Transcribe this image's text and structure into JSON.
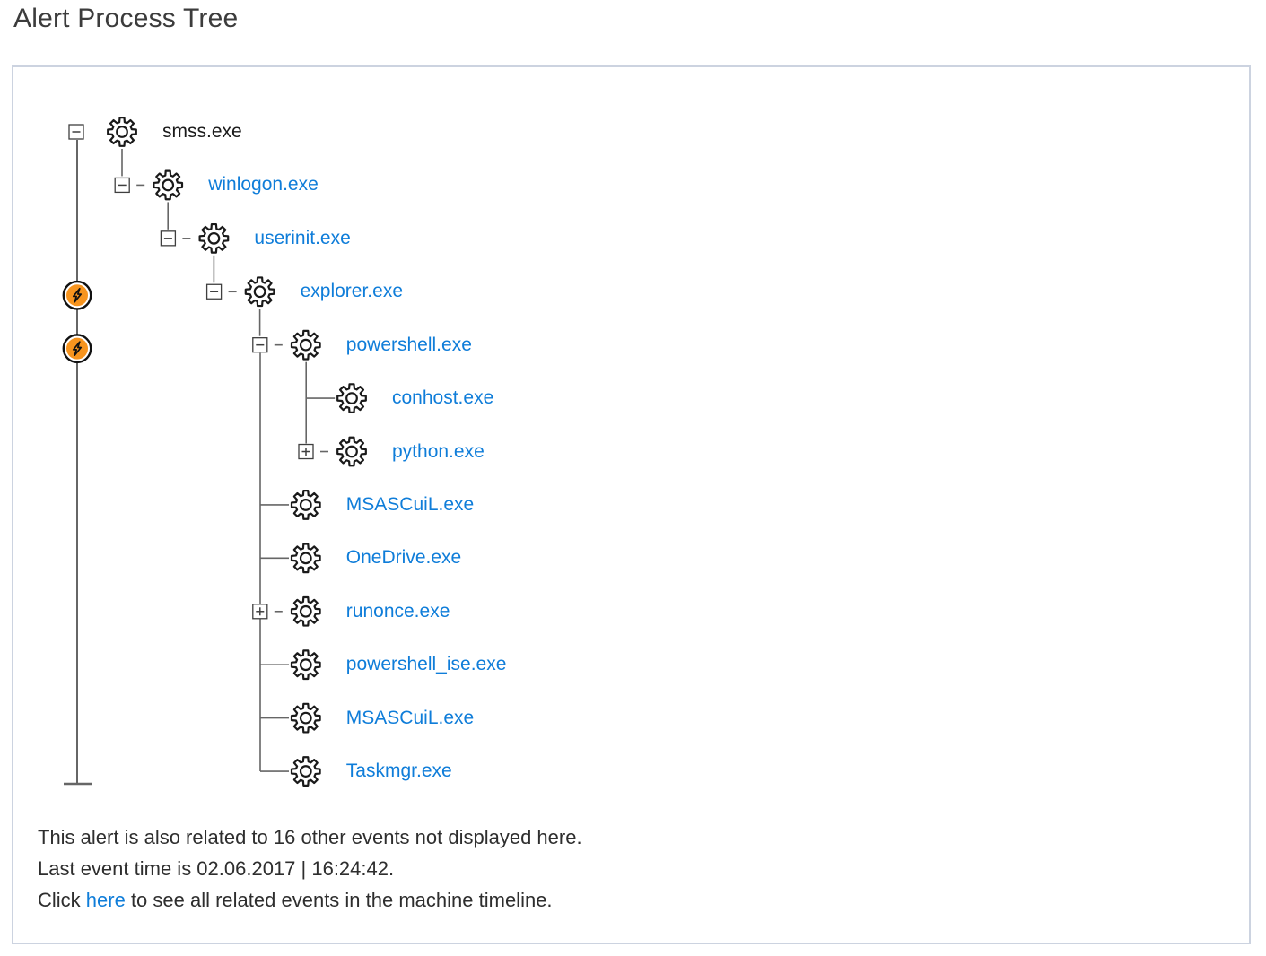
{
  "title": "Alert Process Tree",
  "colors": {
    "link": "#0f7dd9",
    "process_text_dark": "#1a1a1a",
    "alert_orange": "#f7941e",
    "tree_line": "#666666",
    "panel_border": "#ccd3e0"
  },
  "tree": {
    "nodes": [
      {
        "name": "smss.exe",
        "depth": 0,
        "expander": "minus",
        "link": false
      },
      {
        "name": "winlogon.exe",
        "depth": 1,
        "expander": "minus",
        "link": true
      },
      {
        "name": "userinit.exe",
        "depth": 2,
        "expander": "minus",
        "link": true
      },
      {
        "name": "explorer.exe",
        "depth": 3,
        "expander": "minus",
        "link": true
      },
      {
        "name": "powershell.exe",
        "depth": 4,
        "expander": "minus",
        "link": true
      },
      {
        "name": "conhost.exe",
        "depth": 5,
        "expander": null,
        "link": true
      },
      {
        "name": "python.exe",
        "depth": 5,
        "expander": "plus",
        "link": true
      },
      {
        "name": "MSASCuiL.exe",
        "depth": 4,
        "expander": null,
        "link": true
      },
      {
        "name": "OneDrive.exe",
        "depth": 4,
        "expander": null,
        "link": true
      },
      {
        "name": "runonce.exe",
        "depth": 4,
        "expander": "plus",
        "link": true
      },
      {
        "name": "powershell_ise.exe",
        "depth": 4,
        "expander": null,
        "link": true
      },
      {
        "name": "MSASCuiL.exe",
        "depth": 4,
        "expander": null,
        "link": true
      },
      {
        "name": "Taskmgr.exe",
        "depth": 4,
        "expander": null,
        "link": true
      }
    ],
    "alerts": [
      {
        "icon": "lightning-alert-icon",
        "row": 3
      },
      {
        "icon": "lightning-alert-icon",
        "row": 4
      }
    ]
  },
  "footer": {
    "related_events": "This alert is also related to 16 other events not displayed here.",
    "last_event": "Last event time is 02.06.2017 | 16:24:42.",
    "click_prefix": "Click ",
    "link_label": "here",
    "click_suffix": " to see all related events in the machine timeline."
  }
}
